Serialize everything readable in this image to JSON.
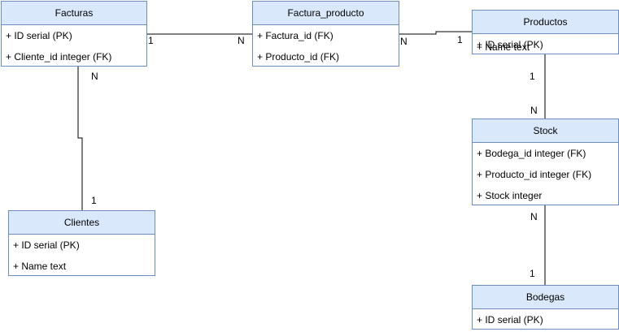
{
  "entities": {
    "facturas": {
      "title": "Facturas",
      "fields": [
        "+ ID serial (PK)",
        "+ Cliente_id integer (FK)"
      ]
    },
    "factura_producto": {
      "title": "Factura_producto",
      "fields": [
        "+ Factura_id (FK)",
        "+ Producto_id (FK)"
      ]
    },
    "productos": {
      "title": "Productos",
      "fields": [
        "+ ID serial (PK)",
        "+ Name text"
      ]
    },
    "stock": {
      "title": "Stock",
      "fields": [
        "+ Bodega_id integer (FK)",
        "+ Producto_id integer (FK)",
        "+ Stock integer"
      ]
    },
    "clientes": {
      "title": "Clientes",
      "fields": [
        "+ ID serial (PK)",
        "+ Name text"
      ]
    },
    "bodegas": {
      "title": "Bodegas",
      "fields": [
        "+ ID serial (PK)"
      ]
    }
  },
  "cardinalities": {
    "facturas_fp_left": "1",
    "facturas_fp_right": "N",
    "fp_productos_left": "N",
    "fp_productos_right": "1",
    "facturas_clientes_top": "N",
    "facturas_clientes_bottom": "1",
    "productos_stock_top": "1",
    "productos_stock_bottom": "N",
    "stock_bodegas_top": "N",
    "stock_bodegas_bottom": "1"
  },
  "colors": {
    "header_fill": "#dae8fc",
    "border": "#6c8ebf",
    "edge": "#000000"
  }
}
